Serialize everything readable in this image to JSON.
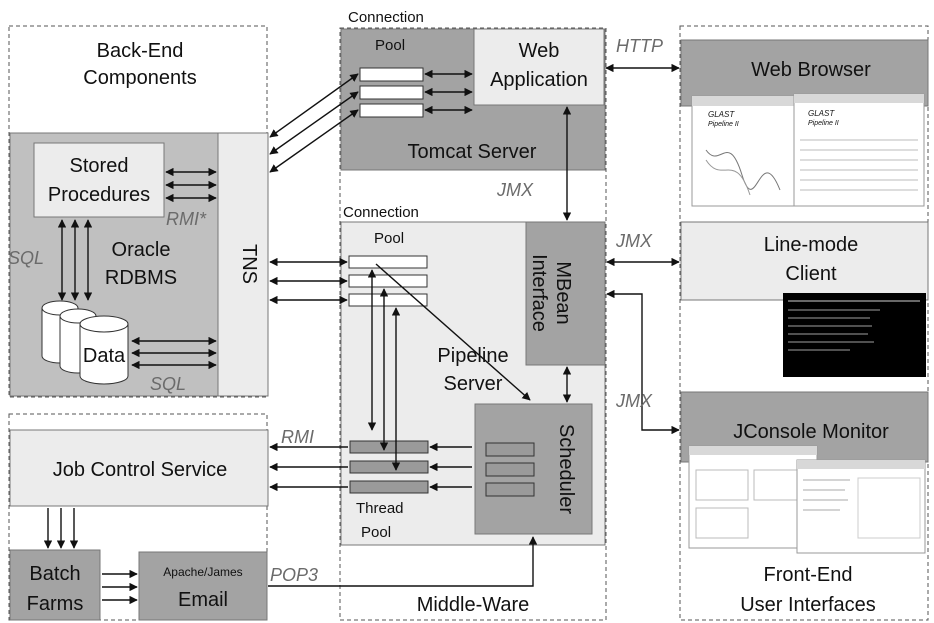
{
  "labels": {
    "back_end": [
      "Back-End",
      "Components"
    ],
    "stored_procedures": [
      "Stored",
      "Procedures"
    ],
    "oracle": [
      "Oracle",
      "RDBMS"
    ],
    "tns": "TNS",
    "data": "Data",
    "job_control": "Job Control Service",
    "batch": [
      "Batch",
      "Farms"
    ],
    "apache_james": "Apache/James",
    "email": "Email",
    "connection_top": "Connection",
    "pool_top": "Pool",
    "web_app": [
      "Web",
      "Application"
    ],
    "tomcat": "Tomcat Server",
    "connection_mid": "Connection",
    "pool_mid": "Pool",
    "mbean": [
      "MBean",
      "Interface"
    ],
    "pipeline": [
      "Pipeline",
      "Server"
    ],
    "scheduler": "Scheduler",
    "thread_pool": [
      "Thread",
      "Pool"
    ],
    "middle_ware": "Middle-Ware",
    "web_browser": "Web Browser",
    "line_mode": [
      "Line-mode",
      "Client"
    ],
    "jconsole": "JConsole Monitor",
    "front_end": [
      "Front-End",
      "User Interfaces"
    ]
  },
  "protocols": {
    "http": "HTTP",
    "jmx_top": "JMX",
    "jmx_mid": "JMX",
    "jmx_low": "JMX",
    "rmi_star": "RMI*",
    "sql_left": "SQL",
    "sql_bottom": "SQL",
    "rmi": "RMI",
    "pop3": "POP3"
  },
  "screenshots": {
    "glast": [
      "GLAST",
      "Pipeline II"
    ]
  },
  "colors": {
    "dark_gray": "#a3a3a3",
    "mid_gray": "#c0c0c0",
    "light_gray": "#ececec",
    "white": "#ffffff",
    "terminal": "#000000"
  },
  "icons": [
    "database-icon",
    "web-browser-screenshot-icon",
    "terminal-screenshot-icon",
    "jconsole-screenshot-icon"
  ]
}
